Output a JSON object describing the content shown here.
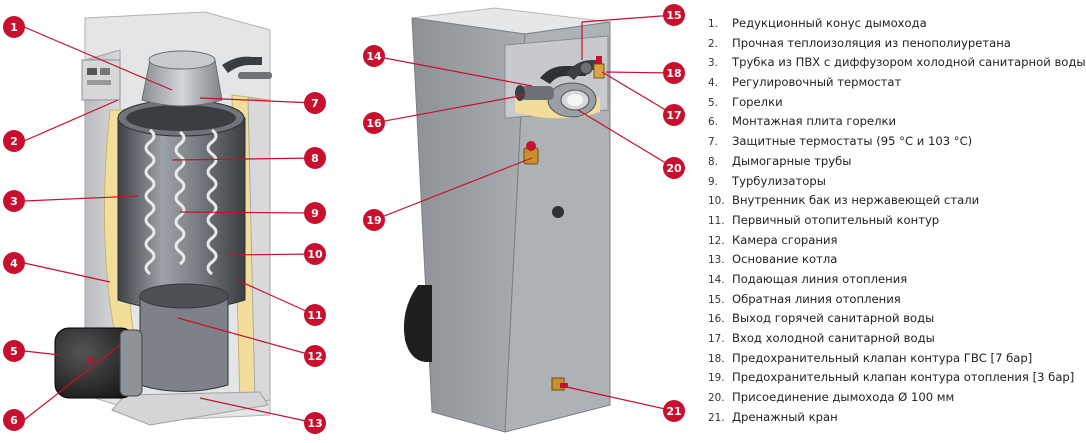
{
  "colors": {
    "callout_red": "#c8102e",
    "panel_gray": "#c9cbcd",
    "insulation_yellow": "#f3dd9b",
    "tank_dark": "#5a5e63",
    "burner_black": "#2b2b2b"
  },
  "callouts": [
    "1",
    "2",
    "3",
    "4",
    "5",
    "6",
    "7",
    "8",
    "9",
    "10",
    "11",
    "12",
    "13",
    "14",
    "15",
    "16",
    "17",
    "18",
    "19",
    "20",
    "21"
  ],
  "legend": [
    {
      "num": "1.",
      "text": "Редукционный конус дымохода"
    },
    {
      "num": "2.",
      "text": "Прочная теплоизоляция из пенополиуретана"
    },
    {
      "num": "3.",
      "text": "Трубка из ПВХ с диффузором холодной санитарной воды"
    },
    {
      "num": "4.",
      "text": "Регулировочный термостат"
    },
    {
      "num": "5.",
      "text": "Горелки"
    },
    {
      "num": "6.",
      "text": "Монтажная плита горелки"
    },
    {
      "num": "7.",
      "text": "Защитные термостаты (95 °С и 103 °С)"
    },
    {
      "num": "8.",
      "text": "Дымогарные трубы"
    },
    {
      "num": "9.",
      "text": "Турбулизаторы"
    },
    {
      "num": "10.",
      "text": "Внутренник бак из нержавеющей стали"
    },
    {
      "num": "11.",
      "text": "Первичный отопительный контур"
    },
    {
      "num": "12.",
      "text": "Камера сгорания"
    },
    {
      "num": "13.",
      "text": "Основание котла"
    },
    {
      "num": "14.",
      "text": "Подающая линия отопления"
    },
    {
      "num": "15.",
      "text": "Обратная линия отопления"
    },
    {
      "num": "16.",
      "text": "Выход горячей санитарной воды"
    },
    {
      "num": "17.",
      "text": "Вход холодной санитарной воды"
    },
    {
      "num": "18.",
      "text": "Предохранительный клапан контура ГВС [7 бар]"
    },
    {
      "num": "19.",
      "text": "Предохранительный клапан контура отопления [3 бар]"
    },
    {
      "num": "20.",
      "text": "Присоединение дымохода Ø 100 мм"
    },
    {
      "num": "21.",
      "text": "Дренажный кран"
    }
  ]
}
